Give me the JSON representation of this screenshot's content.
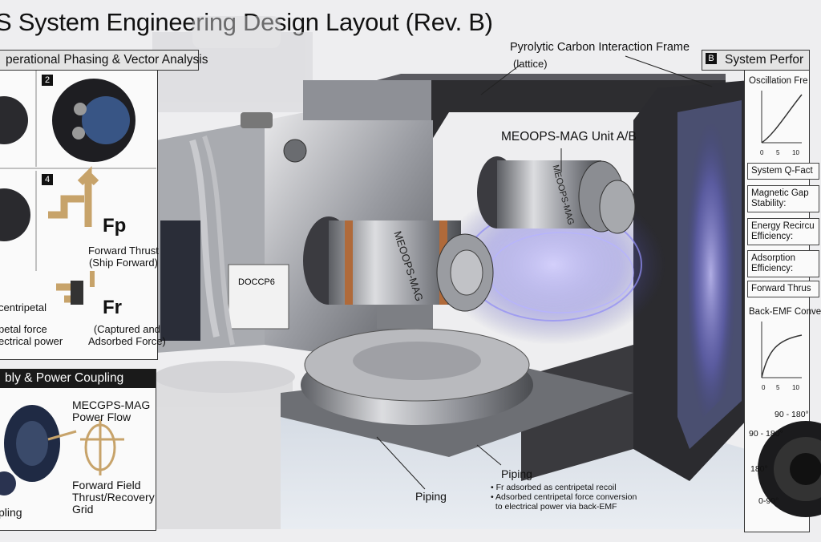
{
  "title": "S System Engineering Design Layout (Rev. B)",
  "left_panel": {
    "header": "perational Phasing & Vector Analysis",
    "cells": [
      {
        "num": "2"
      },
      {
        "num": "4"
      }
    ],
    "fp_label": "Fp",
    "fp_caption": "Forward Thrust\n(Ship Forward)",
    "fr_label": "Fr",
    "fr_caption": "(Captured and\nAdsorbed Force)",
    "left_text_1": "centripetal",
    "left_text_2": "petal force\nectrical power"
  },
  "bottom_panel": {
    "header": "bly & Power Coupling",
    "flow_label": "MECGPS-MAG\nPower Flow",
    "grid_label": "Forward Field\nThrust/Recovery\nGrid",
    "coupling_label": "pling"
  },
  "callouts": {
    "frame_label": "Pyrolytic Carbon Interaction Frame",
    "frame_sub": "(lattice)",
    "unit_label": "MEOOPS-MAG Unit A/B",
    "unit_body_text": "MEOOPS-MAG",
    "unit_body_text_2": "MEOOPS-MAG",
    "piping_left": "Piping",
    "piping_right": "Piping",
    "piping_note_1": "• Fr adsorbed as centripetal recoil",
    "piping_note_2": "• Adsorbed centripetal force conversion\n  to electrical power via back-EMF",
    "plaque_title": "DOCCP6"
  },
  "right_panel": {
    "num": "B",
    "header": "System Perfor",
    "osc_title": "Oscillation Fre",
    "osc_x_ticks": [
      "0",
      "5",
      "10"
    ],
    "items": [
      "System Q-Fact",
      "Magnetic Gap\nStability:",
      "Energy Recircu\nEfficiency:",
      "Adsorption\nEfficiency:",
      "Forward Thrus"
    ],
    "bemf_title": "Back-EMF Conve",
    "bemf_x_ticks": [
      "0",
      "5",
      "10"
    ],
    "dial_labels": [
      "90 - 180°",
      "90 - 180°",
      "180°",
      "0-90°"
    ]
  },
  "colors": {
    "panel_header": "#1a1a1a",
    "arrow_tan": "#c7a36a",
    "field_blue": "#7a7fd8",
    "frame_dark": "#2d2d30"
  }
}
